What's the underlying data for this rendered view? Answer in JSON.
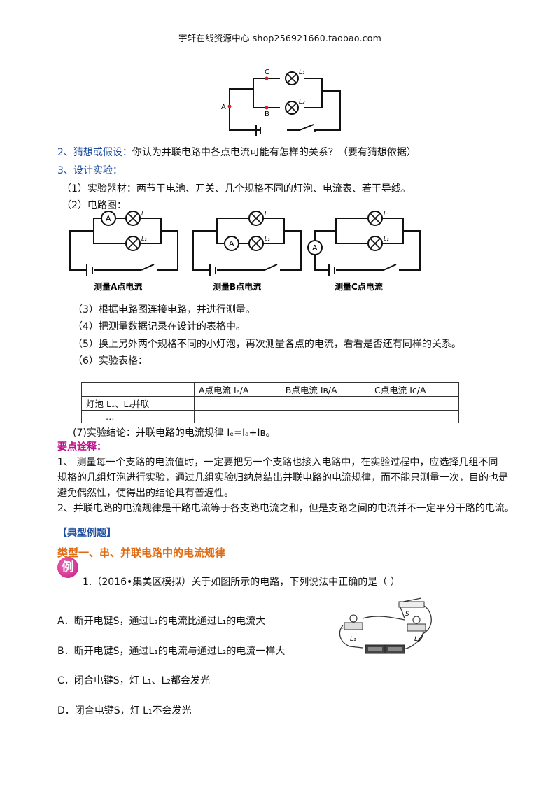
{
  "header": {
    "text": "宇轩在线资源中心   shop256921660.taobao.com"
  },
  "top_diagram": {
    "label_a": "A",
    "label_b": "B",
    "label_c": "C",
    "label_l1": "L₁",
    "label_l2": "L₂"
  },
  "section2": {
    "number": "2、",
    "title": "猜想或假设：",
    "body": "你认为并联电路中各点电流可能有怎样的关系？（要有猜想依据）"
  },
  "section3": {
    "title": "3、设计实验："
  },
  "steps": {
    "s1": "（1）实验器材：两节干电池、开关、几个规格不同的灯泡、电流表、若干导线。",
    "s2": "（2）电路图：",
    "s3": "（3）根据电路图连接电路，并进行测量。",
    "s4": "（4）把测量数据记录在设计的表格中。",
    "s5": "（5）换上另外两个规格不同的小灯泡，再次测量各点的电流，看看是否还有同样的关系。",
    "s6": "（6）实验表格："
  },
  "circuits": {
    "meter": "A",
    "l1": "L₁",
    "l2": "L₂",
    "captions": [
      "测量A点电流",
      "测量B点电流",
      "测量C点电流"
    ]
  },
  "table": {
    "headers": [
      "",
      "A点电流 Iₐ/A",
      "B点电流 Iʙ/A",
      "C点电流 Iᴄ/A"
    ],
    "rows": [
      [
        "灯泡 L₁、L₂并联",
        "",
        "",
        ""
      ],
      [
        "…",
        "",
        "",
        ""
      ]
    ]
  },
  "conclusion": "(7)实验结论：并联电路的电流规律 Iₑ=Iₐ+Iʙ。",
  "key_points": {
    "title": "要点诠释：",
    "p1_l1": "1、 测量每一个支路的电流值时，一定要把另一个支路也接入电路中，在实验过程中，应选择几组不同",
    "p1_l2": "规格的几组灯泡进行实验，通过几组实验归纳总结出并联电路的电流规律，而不能只测量一次，目的也是",
    "p1_l3": "避免偶然性，使得出的结论具有普遍性。",
    "p2": "2、并联电路的电流规律是干路电流等于各支路电流之和，但是支路之间的电流并不一定平分干路的电流。"
  },
  "examples": {
    "heading": "【典型例题】",
    "type_title": "类型一、串、并联电路中的电流规律",
    "badge": "例",
    "question": "1.（2016•集美区模拟）关于如图所示的电路，下列说法中正确的是（      ）",
    "options": [
      "A．断开电键S，通过L₂的电流比通过L₁的电流大",
      "B．断开电键S，通过L₁的电流与通过L₂的电流一样大",
      "C．闭合电键S，灯 L₁、L₂都会发光",
      "D．闭合电键S，灯 L₁不会发光"
    ],
    "figure": {
      "switch": "S",
      "l1": "L₁",
      "l2": "L₂"
    }
  },
  "colors": {
    "blue": "#1f4ea0",
    "magenta": "#c0108c",
    "orange": "#e06a10",
    "point": "#d42020"
  }
}
